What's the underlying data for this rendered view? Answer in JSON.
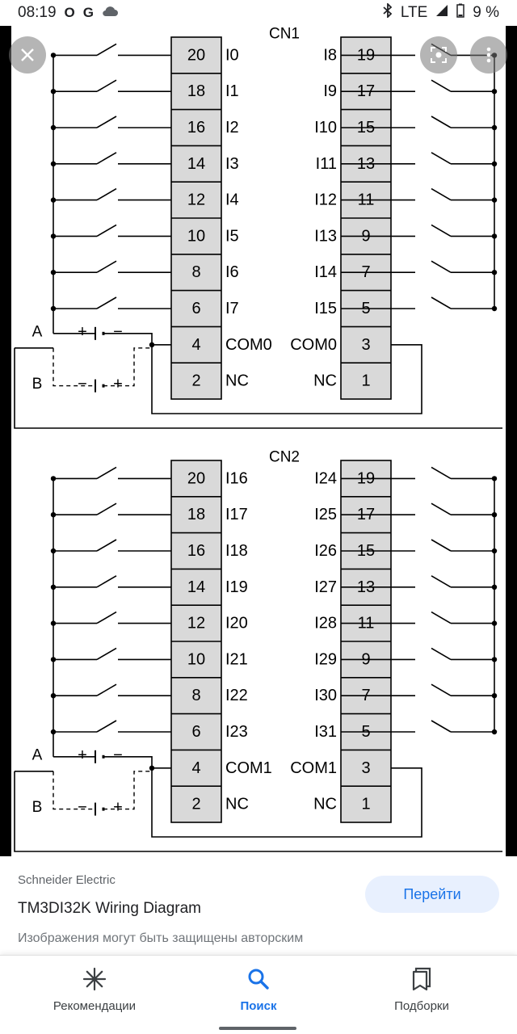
{
  "status_bar": {
    "time": "08:19",
    "network": "LTE",
    "battery": "9 %"
  },
  "diagram": {
    "blocks": [
      {
        "connector": "CN1",
        "rows": [
          {
            "left_pin": "20",
            "left_label": "I0",
            "right_label": "I8",
            "right_pin": "19"
          },
          {
            "left_pin": "18",
            "left_label": "I1",
            "right_label": "I9",
            "right_pin": "17"
          },
          {
            "left_pin": "16",
            "left_label": "I2",
            "right_label": "I10",
            "right_pin": "15"
          },
          {
            "left_pin": "14",
            "left_label": "I3",
            "right_label": "I11",
            "right_pin": "13"
          },
          {
            "left_pin": "12",
            "left_label": "I4",
            "right_label": "I12",
            "right_pin": "11"
          },
          {
            "left_pin": "10",
            "left_label": "I5",
            "right_label": "I13",
            "right_pin": "9"
          },
          {
            "left_pin": "8",
            "left_label": "I6",
            "right_label": "I14",
            "right_pin": "7"
          },
          {
            "left_pin": "6",
            "left_label": "I7",
            "right_label": "I15",
            "right_pin": "5"
          },
          {
            "left_pin": "4",
            "left_label": "COM0",
            "right_label": "COM0",
            "right_pin": "3"
          },
          {
            "left_pin": "2",
            "left_label": "NC",
            "right_label": "NC",
            "right_pin": "1"
          }
        ]
      },
      {
        "connector": "CN2",
        "rows": [
          {
            "left_pin": "20",
            "left_label": "I16",
            "right_label": "I24",
            "right_pin": "19"
          },
          {
            "left_pin": "18",
            "left_label": "I17",
            "right_label": "I25",
            "right_pin": "17"
          },
          {
            "left_pin": "16",
            "left_label": "I18",
            "right_label": "I26",
            "right_pin": "15"
          },
          {
            "left_pin": "14",
            "left_label": "I19",
            "right_label": "I27",
            "right_pin": "13"
          },
          {
            "left_pin": "12",
            "left_label": "I20",
            "right_label": "I28",
            "right_pin": "11"
          },
          {
            "left_pin": "10",
            "left_label": "I21",
            "right_label": "I29",
            "right_pin": "9"
          },
          {
            "left_pin": "8",
            "left_label": "I22",
            "right_label": "I30",
            "right_pin": "7"
          },
          {
            "left_pin": "6",
            "left_label": "I23",
            "right_label": "I31",
            "right_pin": "5"
          },
          {
            "left_pin": "4",
            "left_label": "COM1",
            "right_label": "COM1",
            "right_pin": "3"
          },
          {
            "left_pin": "2",
            "left_label": "NC",
            "right_label": "NC",
            "right_pin": "1"
          }
        ]
      }
    ],
    "supply_label_a": "A",
    "supply_label_b": "B",
    "plus_sign": "+",
    "minus_sign": "−"
  },
  "viewer_controls": {
    "close_icon": "close-icon",
    "lens_icon": "lens-icon",
    "more_icon": "more-vert-icon"
  },
  "info": {
    "source": "Schneider Electric",
    "title": "TM3DI32K Wiring Diagram",
    "caption": "Изображения могут быть защищены авторским",
    "go_button": "Перейти"
  },
  "nav": {
    "items": [
      {
        "label": "Рекомендации",
        "icon": "sparkle-icon",
        "active": false
      },
      {
        "label": "Поиск",
        "icon": "search-icon",
        "active": true
      },
      {
        "label": "Подборки",
        "icon": "collections-icon",
        "active": false
      }
    ]
  },
  "colors": {
    "accent": "#1a73e8",
    "terminal_fill": "#d9d9d9",
    "go_button_bg": "#e8f0fe"
  }
}
